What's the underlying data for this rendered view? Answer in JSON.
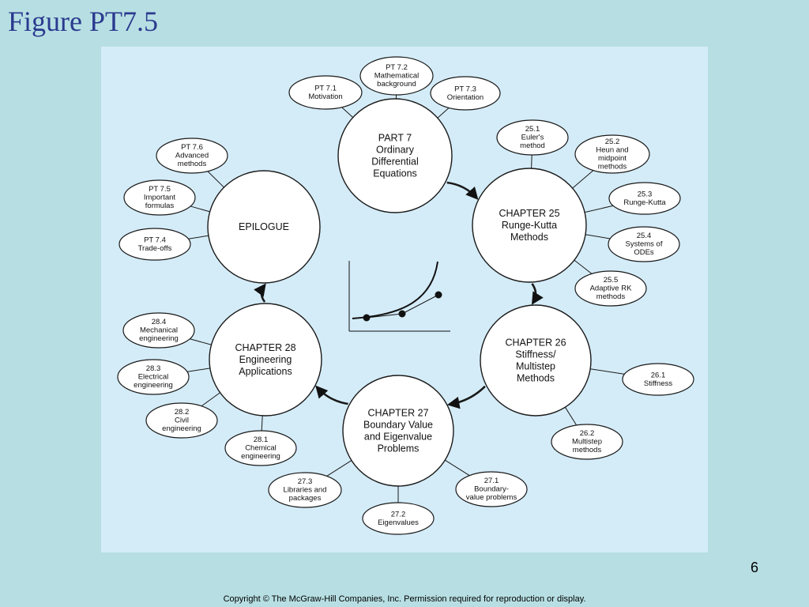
{
  "title": "Figure PT7.5",
  "page_number": "6",
  "copyright": "Copyright ©  The McGraw-Hill Companies, Inc.  Permission required for reproduction or display.",
  "diagram": {
    "main_nodes": [
      {
        "id": "part7",
        "lines": [
          "PART 7",
          "Ordinary",
          "Differential",
          "Equations"
        ]
      },
      {
        "id": "ch25",
        "lines": [
          "CHAPTER 25",
          "Runge-Kutta",
          "Methods"
        ]
      },
      {
        "id": "ch26",
        "lines": [
          "CHAPTER 26",
          "Stiffness/",
          "Multistep",
          "Methods"
        ]
      },
      {
        "id": "ch27",
        "lines": [
          "CHAPTER 27",
          "Boundary Value",
          "and Eigenvalue",
          "Problems"
        ]
      },
      {
        "id": "ch28",
        "lines": [
          "CHAPTER 28",
          "Engineering",
          "Applications"
        ]
      },
      {
        "id": "epilogue",
        "lines": [
          "EPILOGUE"
        ]
      }
    ],
    "sub_nodes": [
      {
        "id": "pt71",
        "parent": "part7",
        "lines": [
          "PT 7.1",
          "Motivation"
        ]
      },
      {
        "id": "pt72",
        "parent": "part7",
        "lines": [
          "PT 7.2",
          "Mathematical",
          "background"
        ]
      },
      {
        "id": "pt73",
        "parent": "part7",
        "lines": [
          "PT 7.3",
          "Orientation"
        ]
      },
      {
        "id": "s251",
        "parent": "ch25",
        "lines": [
          "25.1",
          "Euler's",
          "method"
        ]
      },
      {
        "id": "s252",
        "parent": "ch25",
        "lines": [
          "25.2",
          "Heun and",
          "midpoint",
          "methods"
        ]
      },
      {
        "id": "s253",
        "parent": "ch25",
        "lines": [
          "25.3",
          "Runge-Kutta"
        ]
      },
      {
        "id": "s254",
        "parent": "ch25",
        "lines": [
          "25.4",
          "Systems of",
          "ODEs"
        ]
      },
      {
        "id": "s255",
        "parent": "ch25",
        "lines": [
          "25.5",
          "Adaptive RK",
          "methods"
        ]
      },
      {
        "id": "s261",
        "parent": "ch26",
        "lines": [
          "26.1",
          "Stiffness"
        ]
      },
      {
        "id": "s262",
        "parent": "ch26",
        "lines": [
          "26.2",
          "Multistep",
          "methods"
        ]
      },
      {
        "id": "s271",
        "parent": "ch27",
        "lines": [
          "27.1",
          "Boundary-",
          "value problems"
        ]
      },
      {
        "id": "s272",
        "parent": "ch27",
        "lines": [
          "27.2",
          "Eigenvalues"
        ]
      },
      {
        "id": "s273",
        "parent": "ch27",
        "lines": [
          "27.3",
          "Libraries and",
          "packages"
        ]
      },
      {
        "id": "s281",
        "parent": "ch28",
        "lines": [
          "28.1",
          "Chemical",
          "engineering"
        ]
      },
      {
        "id": "s282",
        "parent": "ch28",
        "lines": [
          "28.2",
          "Civil",
          "engineering"
        ]
      },
      {
        "id": "s283",
        "parent": "ch28",
        "lines": [
          "28.3",
          "Electrical",
          "engineering"
        ]
      },
      {
        "id": "s284",
        "parent": "ch28",
        "lines": [
          "28.4",
          "Mechanical",
          "engineering"
        ]
      },
      {
        "id": "pt74",
        "parent": "epilogue",
        "lines": [
          "PT 7.4",
          "Trade-offs"
        ]
      },
      {
        "id": "pt75",
        "parent": "epilogue",
        "lines": [
          "PT 7.5",
          "Important",
          "formulas"
        ]
      },
      {
        "id": "pt76",
        "parent": "epilogue",
        "lines": [
          "PT 7.6",
          "Advanced",
          "methods"
        ]
      }
    ],
    "flow": [
      "part7",
      "ch25",
      "ch26",
      "ch27",
      "ch28",
      "epilogue"
    ],
    "colors": {
      "panel": "#d4ecf8",
      "node_fill": "#ffffff",
      "stroke": "#1a1a1a",
      "title": "#2b3a8f",
      "background": "#b7dfe3"
    }
  }
}
